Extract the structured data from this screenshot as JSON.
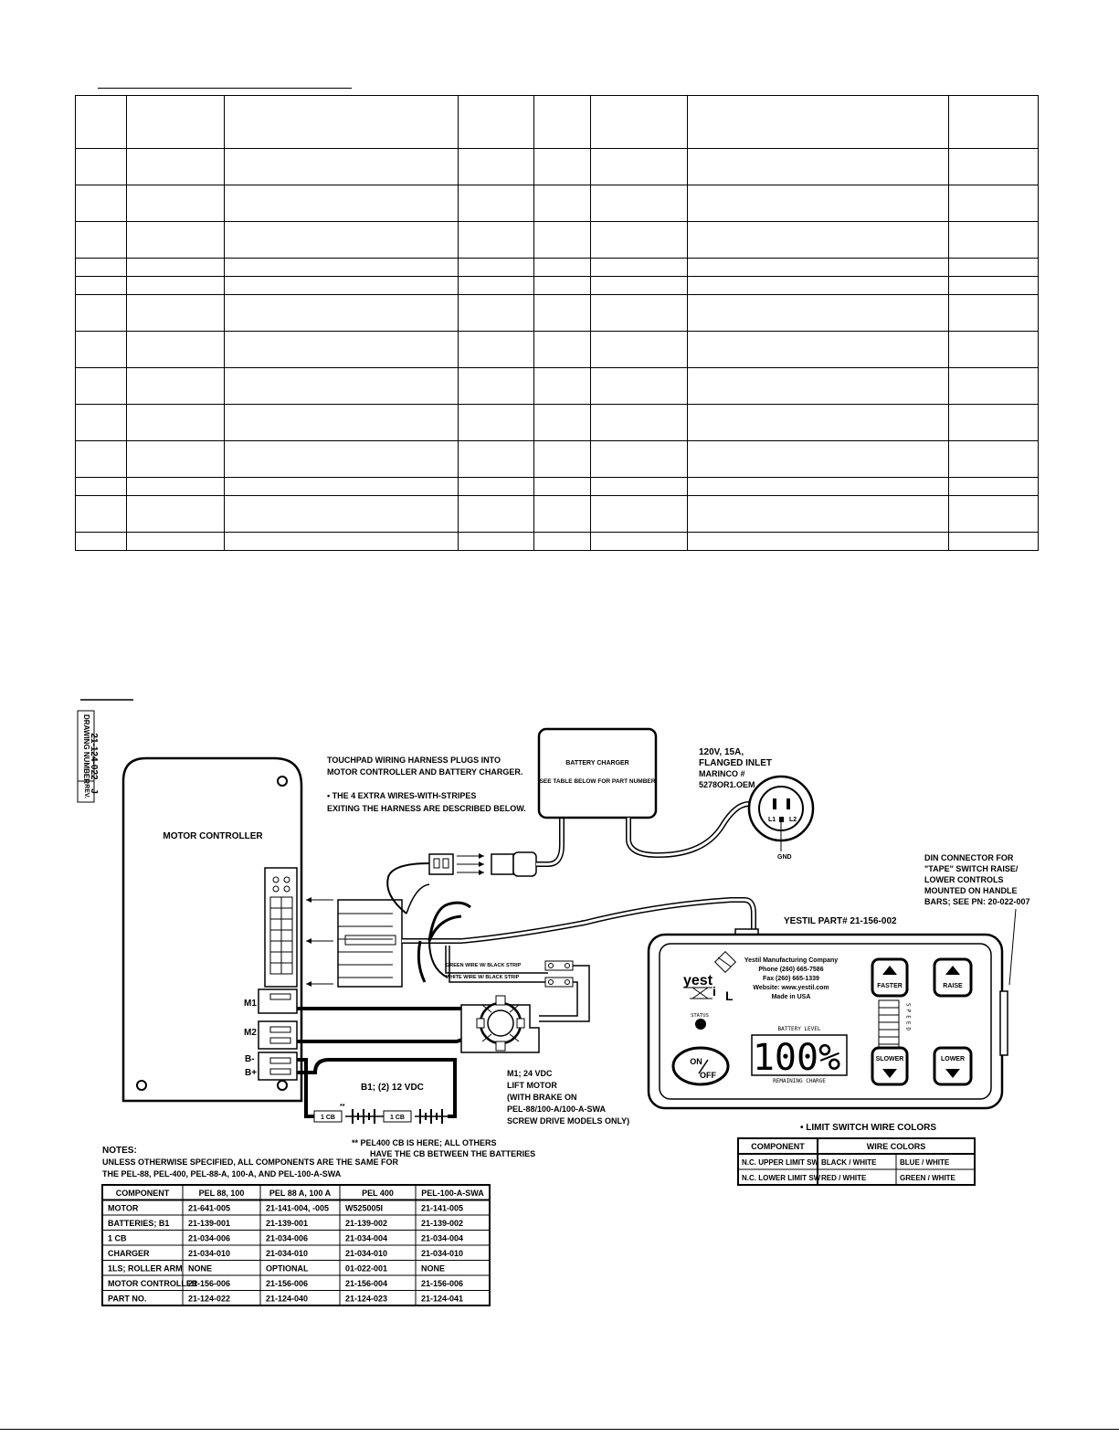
{
  "parts_table": {
    "rows": [
      58,
      40,
      40,
      40,
      20,
      20,
      40,
      40,
      40,
      40,
      40,
      20,
      40,
      20
    ],
    "cols": [
      55,
      107,
      258,
      82,
      62,
      106,
      287,
      98
    ]
  },
  "drawing_info": {
    "number_label": "DRAWING NUMBER",
    "number": "21-124-022",
    "rev_label": "REV.",
    "rev": "J"
  },
  "motor_controller": {
    "label": "MOTOR CONTROLLER"
  },
  "touchpad_note": {
    "line1": "TOUCHPAD WIRING HARNESS PLUGS INTO",
    "line2": "MOTOR CONTROLLER AND BATTERY CHARGER.",
    "line3": "•  THE 4 EXTRA WIRES-WITH-STRIPES",
    "line4": "EXITING THE HARNESS ARE DESCRIBED BELOW."
  },
  "battery_charger": {
    "title": "BATTERY CHARGER",
    "subtitle": "SEE TABLE BELOW FOR PART NUMBER"
  },
  "inlet": {
    "line1": "120V, 15A,",
    "line2": "FLANGED INLET",
    "line3": "MARINCO #",
    "line4": "5278OR1.OEM",
    "l1": "L1",
    "l2": "L2",
    "gnd": "GND"
  },
  "din_note": {
    "line1": "DIN CONNECTOR FOR",
    "line2": "\"TAPE\" SWITCH RAISE/",
    "line3": "LOWER CONTROLS",
    "line4": "MOUNTED ON HANDLE",
    "line5": "BARS; SEE PN:  20-022-007"
  },
  "yestil_part": "YESTIL PART# 21-156-002",
  "terminals": {
    "m1": "M1",
    "m2": "M2",
    "bminus": "B-",
    "bplus": "B+"
  },
  "wire_strips": {
    "green": "GREEN WIRE W/ BLACK STRIP",
    "white": "WHITE WIRE W/ BLACK STRIP"
  },
  "batteries": {
    "label": "B1;  (2) 12 VDC",
    "cb": "1 CB"
  },
  "pel_note": {
    "line1": "** PEL400 CB IS HERE; ALL OTHERS",
    "line2": "HAVE THE CB BETWEEN THE BATTERIES",
    "marker": "**"
  },
  "lift_motor": {
    "line1": "M1; 24 VDC",
    "line2": "LIFT MOTOR",
    "line3": "(WITH BRAKE ON",
    "line4": "PEL-88/100-A/100-A-SWA",
    "line5": "SCREW DRIVE MODELS ONLY)"
  },
  "touchpad": {
    "logo": "yest",
    "logo_i": "i",
    "logo_l": "L",
    "company": "Yestil Manufacturing Company",
    "phone": "Phone (260) 665-7586",
    "fax": "Fax (260) 665-1339",
    "website": "Website: www.yestil.com",
    "made": "Made in USA",
    "status": "STATUS",
    "battery_level": "BATTERY LEVEL",
    "percent": "100%",
    "remaining": "REMAINING CHARGE",
    "speed": "SPEED",
    "on": "ON",
    "off": "OFF",
    "faster": "FASTER",
    "slower": "SLOWER",
    "raise": "RAISE",
    "lower": "LOWER"
  },
  "notes": {
    "title": "NOTES:",
    "line1": "UNLESS OTHERWISE SPECIFIED, ALL COMPONENTS ARE THE SAME FOR",
    "line2": "THE PEL-88, PEL-400, PEL-88-A, 100-A, AND PEL-100-A-SWA"
  },
  "component_table": {
    "headers": [
      "COMPONENT",
      "PEL 88, 100",
      "PEL 88 A, 100 A",
      "PEL 400",
      "PEL-100-A-SWA"
    ],
    "rows": [
      [
        "MOTOR",
        "21-641-005",
        "21-141-004, -005",
        "W525005I",
        "21-141-005"
      ],
      [
        "BATTERIES; B1",
        "21-139-001",
        "21-139-001",
        "21-139-002",
        "21-139-002"
      ],
      [
        "1 CB",
        "21-034-006",
        "21-034-006",
        "21-034-004",
        "21-034-004"
      ],
      [
        "CHARGER",
        "21-034-010",
        "21-034-010",
        "21-034-010",
        "21-034-010"
      ],
      [
        "1LS; ROLLER ARM",
        "NONE",
        "OPTIONAL",
        "01-022-001",
        "NONE"
      ],
      [
        "MOTOR CONTROLLER",
        "21-156-006",
        "21-156-006",
        "21-156-004",
        "21-156-006"
      ],
      [
        "PART NO.",
        "21-124-022",
        "21-124-040",
        "21-124-023",
        "21-124-041"
      ]
    ]
  },
  "limit_switch": {
    "title": "•  LIMIT SWITCH WIRE COLORS",
    "headers": [
      "COMPONENT",
      "WIRE COLORS"
    ],
    "rows": [
      [
        "N.C. UPPER LIMIT SW",
        "BLACK / WHITE",
        "BLUE / WHITE"
      ],
      [
        "N.C. LOWER LIMIT SW",
        "RED / WHITE",
        "GREEN / WHITE"
      ]
    ]
  }
}
